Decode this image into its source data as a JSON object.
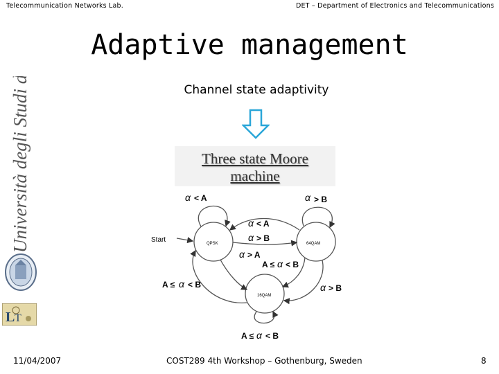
{
  "header": {
    "left": "Telecommunication Networks Lab.",
    "right": "DET – Department of Electronics and Telecommunications"
  },
  "slide": {
    "title": "Adaptive management",
    "subtitle": "Channel state adaptivity",
    "box_line1": "Three state Moore",
    "box_line2": "machine"
  },
  "logo": {
    "university": "Università degli Studi di Firenze"
  },
  "diagram": {
    "states": [
      "QPSK",
      "64QAM",
      "16QAM"
    ],
    "start_label": "Start",
    "labels": {
      "self_qpsk": "< A",
      "self_64qam": "> B",
      "self_16qam_a": "A ≤",
      "self_16qam_b": "< B",
      "top_arc": "< A",
      "mid_arc": "> B",
      "qpsk_to_16qam": "> A",
      "left_a": "A ≤",
      "left_b": "< B",
      "right_a": "A ≤",
      "right_b": "< B",
      "right_arc": "> B"
    }
  },
  "footer": {
    "date": "11/04/2007",
    "center": "COST289 4th Workshop – Gothenburg, Sweden",
    "page": "8"
  }
}
